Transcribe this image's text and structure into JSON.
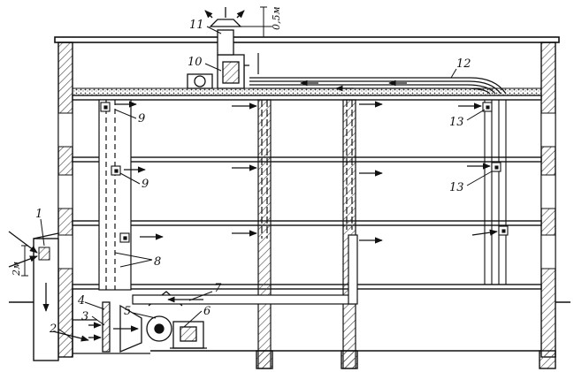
{
  "labels": {
    "n1": "1",
    "n2": "2",
    "n3": "3",
    "n4": "4",
    "n5": "5",
    "n6": "6",
    "n7": "7",
    "n8": "8",
    "n9a": "9",
    "n9b": "9",
    "n10": "10",
    "n11": "11",
    "n12": "12",
    "n13a": "13",
    "n13b": "13",
    "dim_top": "0,5м",
    "dim_side": "2м"
  },
  "colors": {
    "ink": "#111111",
    "hatch": "#444444",
    "paper": "#ffffff"
  }
}
